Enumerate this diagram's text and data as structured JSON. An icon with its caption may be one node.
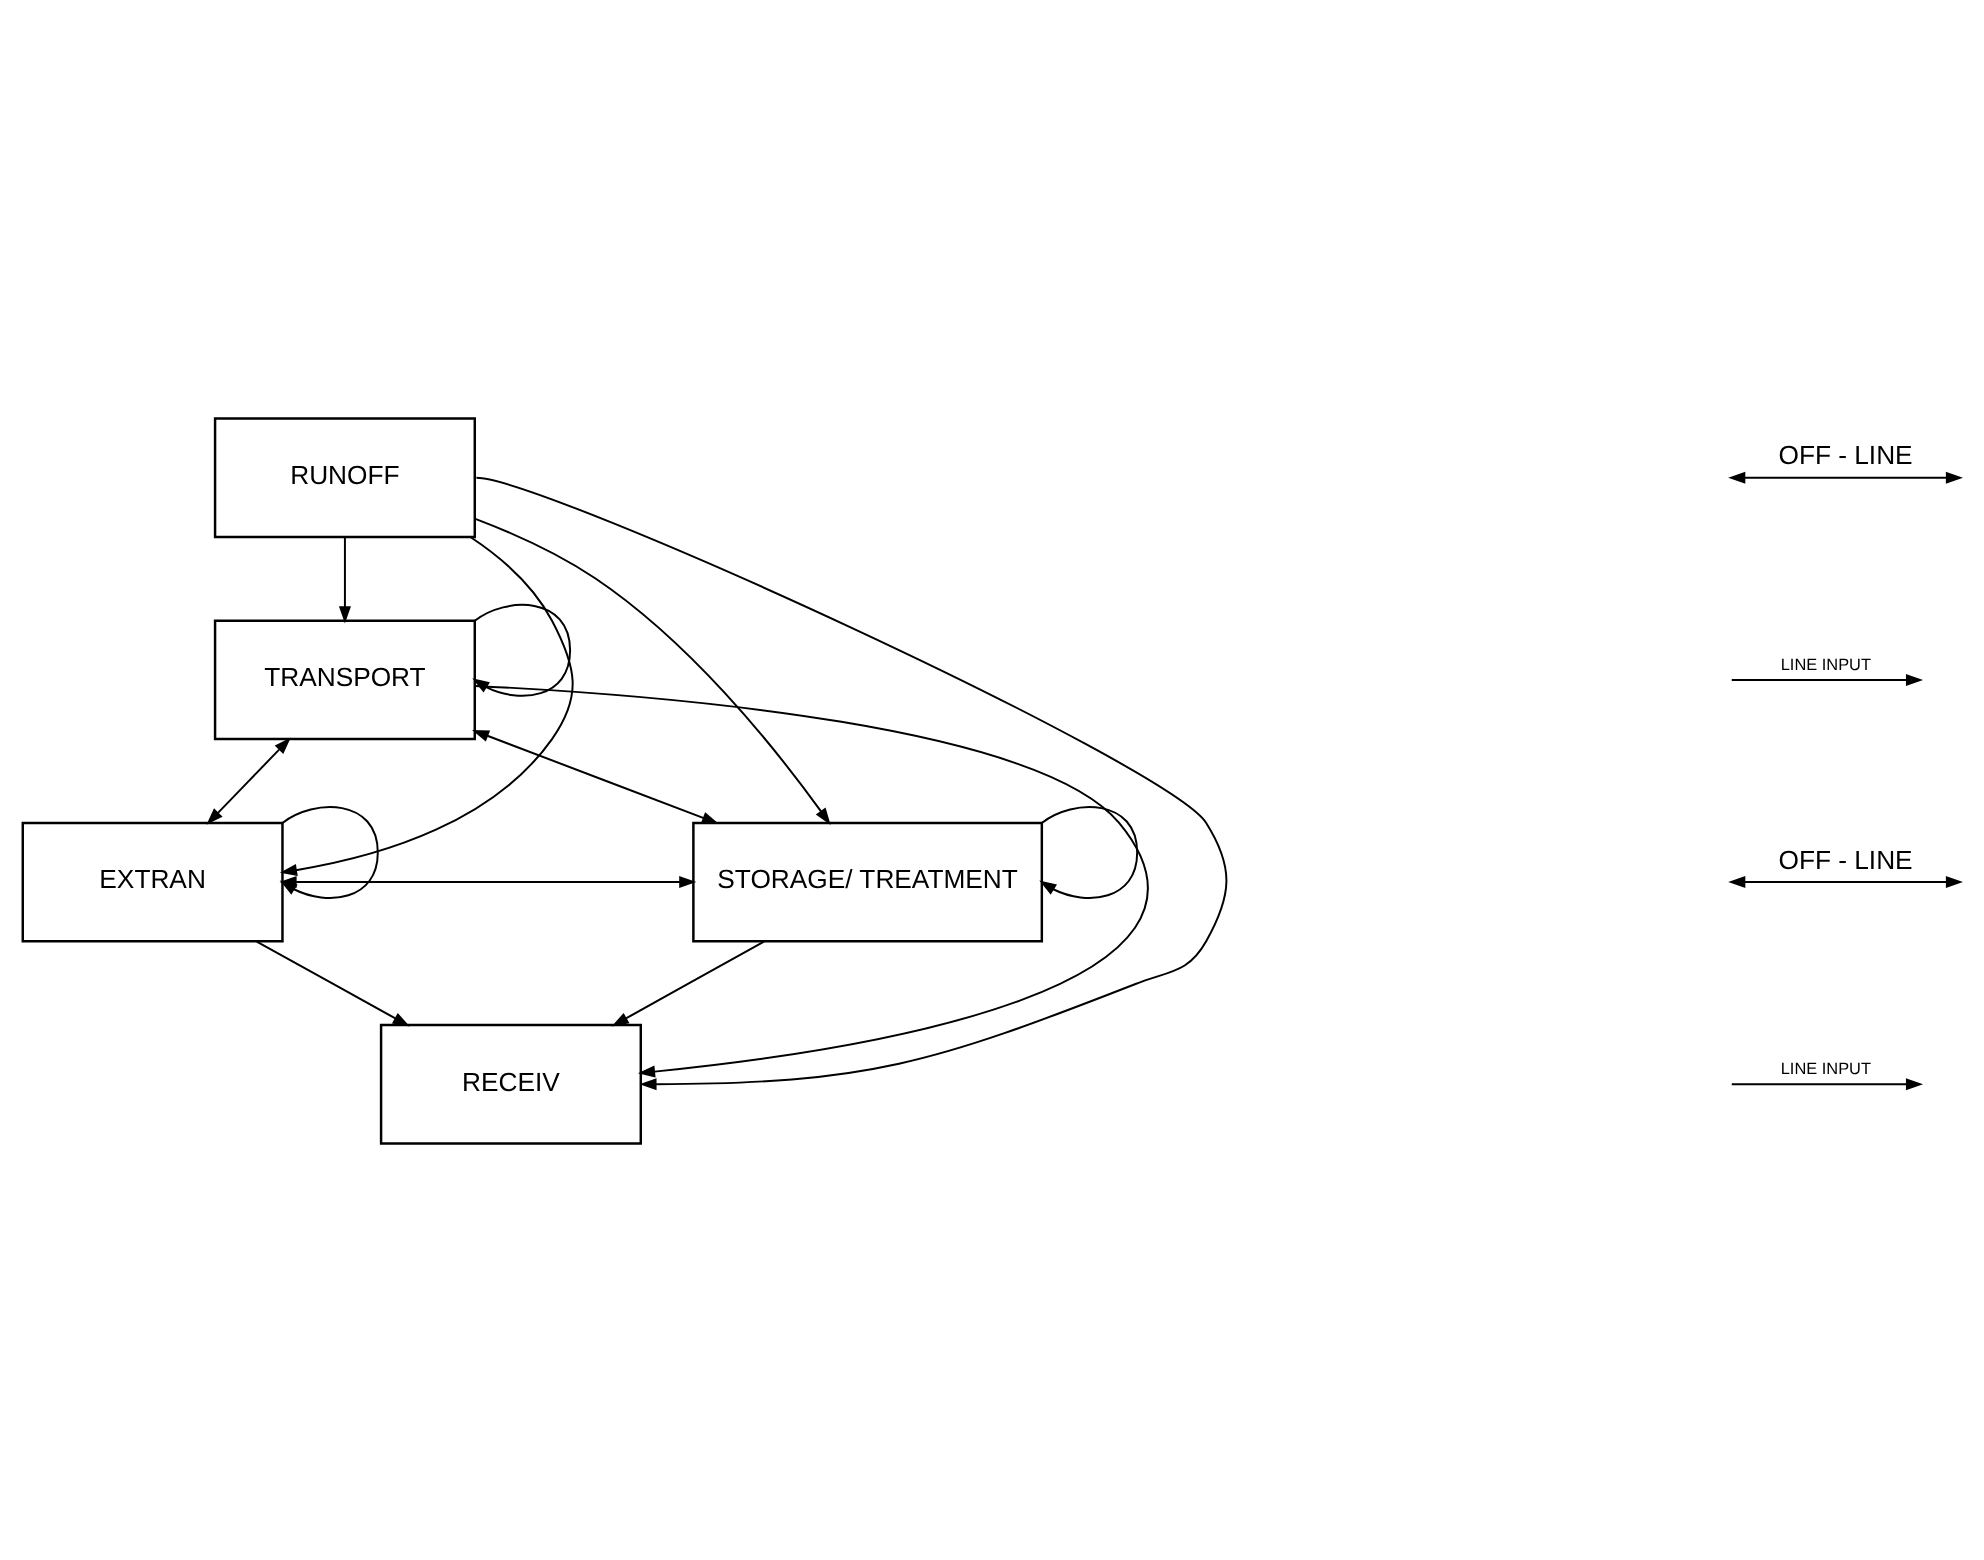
{
  "diagram": {
    "nodes": [
      {
        "text": [
          "RUNOFF"
        ]
      },
      {
        "text": [
          "TRANSPORT"
        ]
      },
      {
        "text": [
          "EXTRAN"
        ]
      },
      {
        "text": [
          "STORAGE/ TREATMENT"
        ]
      },
      {
        "text": [
          "RECEIV"
        ]
      }
    ],
    "edges": [
      {
        "from": 0,
        "to": 1,
        "arrow": "to"
      },
      {
        "from": 0,
        "to": 2,
        "arrow": "to"
      },
      {
        "from": 0,
        "to": 3,
        "arrow": "to"
      },
      {
        "from": 0,
        "to": 4,
        "arrow": "to"
      },
      {
        "from": 1,
        "to": 1,
        "arrow": "to"
      },
      {
        "from": 1,
        "to": 2,
        "arrow": "both"
      },
      {
        "from": 1,
        "to": 3,
        "arrow": "both"
      },
      {
        "from": 1,
        "to": 4,
        "arrow": "to"
      },
      {
        "from": 2,
        "to": 2,
        "arrow": "to"
      },
      {
        "from": 3,
        "to": 3,
        "arrow": "to"
      },
      {
        "from": 2,
        "to": 3,
        "arrow": "both"
      },
      {
        "from": 2,
        "to": 4,
        "arrow": "to"
      },
      {
        "from": 3,
        "to": 4,
        "arrow": "to"
      }
    ],
    "legend": [
      {
        "text": "OFF - LINE"
      },
      {
        "text": "LINE INPUT"
      },
      {
        "text": "OFF - LINE"
      },
      {
        "text": "LINE INPUT"
      }
    ]
  }
}
